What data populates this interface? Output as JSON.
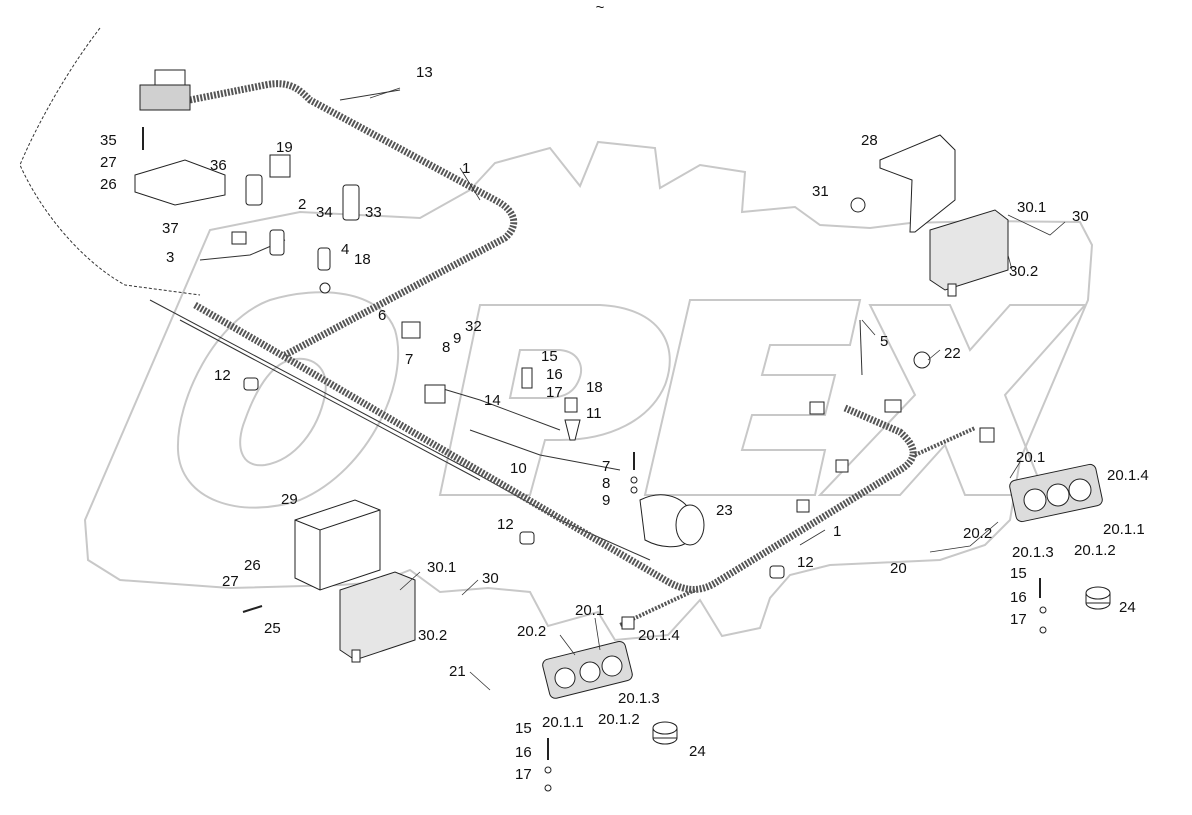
{
  "diagram": {
    "header_mark": "~",
    "watermark": "OPEX",
    "colors": {
      "line": "#333333",
      "harness": "#555555",
      "watermark": "#c8c8c8",
      "text": "#111111"
    },
    "callouts": {
      "c1a": "1",
      "c1b": "1",
      "c2": "2",
      "c3": "3",
      "c4": "4",
      "c5": "5",
      "c6": "6",
      "c7a": "7",
      "c7b": "7",
      "c8a": "8",
      "c8b": "8",
      "c9a": "9",
      "c9b": "9",
      "c10": "10",
      "c11": "11",
      "c12a": "12",
      "c12b": "12",
      "c12c": "12",
      "c13": "13",
      "c14": "14",
      "c15a": "15",
      "c15b": "15",
      "c15c": "15",
      "c16a": "16",
      "c16b": "16",
      "c16c": "16",
      "c17a": "17",
      "c17b": "17",
      "c17c": "17",
      "c18a": "18",
      "c18b": "18",
      "c19": "19",
      "c20a": "20",
      "c20_1a": "20.1",
      "c20_1b": "20.1",
      "c20_1_1a": "20.1.1",
      "c20_1_1b": "20.1.1",
      "c20_1_2a": "20.1.2",
      "c20_1_2b": "20.1.2",
      "c20_1_3a": "20.1.3",
      "c20_1_3b": "20.1.3",
      "c20_1_4a": "20.1.4",
      "c20_1_4b": "20.1.4",
      "c20_2a": "20.2",
      "c20_2b": "20.2",
      "c21": "21",
      "c22": "22",
      "c23": "23",
      "c24a": "24",
      "c24b": "24",
      "c25": "25",
      "c26a": "26",
      "c26b": "26",
      "c27a": "27",
      "c27b": "27",
      "c28": "28",
      "c29": "29",
      "c30a": "30",
      "c30b": "30",
      "c30_1a": "30.1",
      "c30_1b": "30.1",
      "c30_2a": "30.2",
      "c30_2b": "30.2",
      "c31": "31",
      "c32": "32",
      "c33": "33",
      "c34": "34",
      "c35": "35",
      "c36": "36",
      "c37": "37"
    }
  }
}
